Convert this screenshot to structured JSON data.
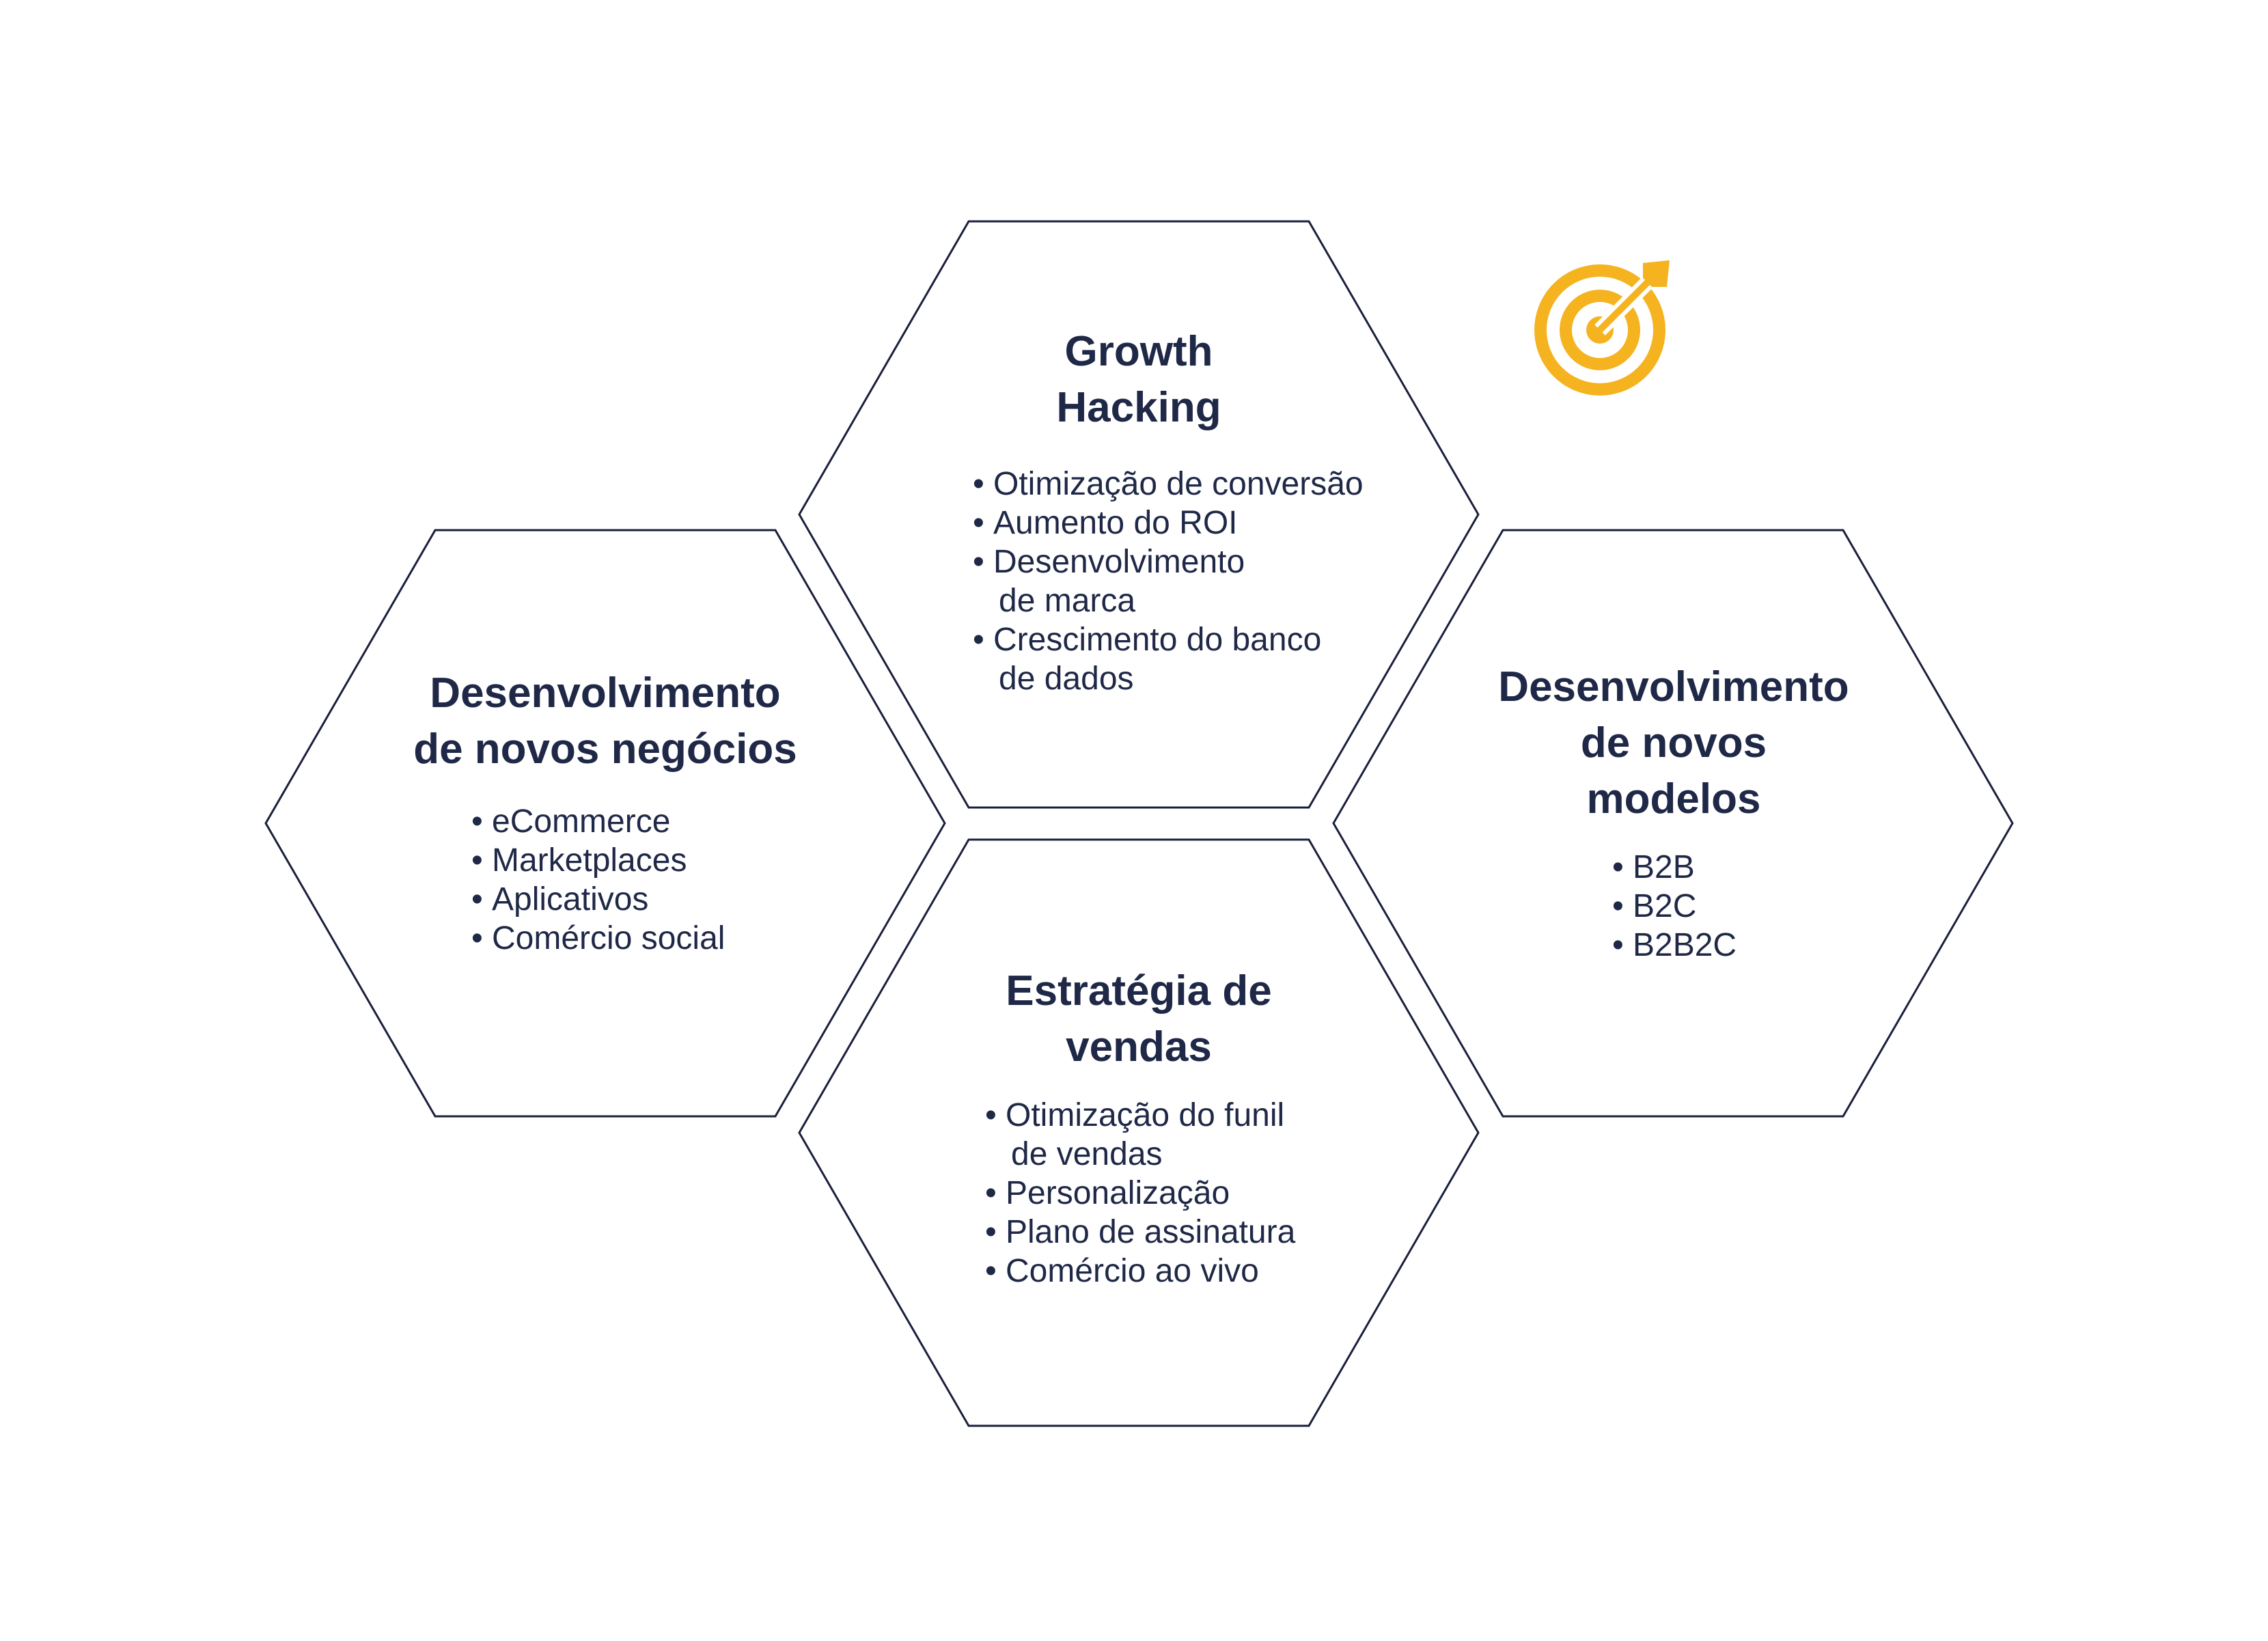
{
  "accent_color": "#f5b31f",
  "text_color": "#1f2847",
  "icon": "target-with-arrow-icon",
  "hexagons": {
    "top": {
      "title": [
        "Growth",
        "Hacking"
      ],
      "items": [
        [
          "Otimização de conversão"
        ],
        [
          "Aumento do ROI"
        ],
        [
          "Desenvolvimento",
          "de marca"
        ],
        [
          "Crescimento do banco",
          "de dados"
        ]
      ]
    },
    "left": {
      "title": [
        "Desenvolvimento",
        "de novos negócios"
      ],
      "items": [
        [
          "eCommerce"
        ],
        [
          "Marketplaces"
        ],
        [
          "Aplicativos"
        ],
        [
          "Comércio social"
        ]
      ]
    },
    "right": {
      "title": [
        "Desenvolvimento",
        "de novos",
        "modelos"
      ],
      "items": [
        [
          "B2B"
        ],
        [
          "B2C"
        ],
        [
          "B2B2C"
        ]
      ]
    },
    "bottom": {
      "title": [
        "Estratégia de",
        "vendas"
      ],
      "items": [
        [
          "Otimização do funil",
          "de vendas"
        ],
        [
          "Personalização"
        ],
        [
          "Plano de assinatura"
        ],
        [
          "Comércio ao vivo"
        ]
      ]
    }
  }
}
